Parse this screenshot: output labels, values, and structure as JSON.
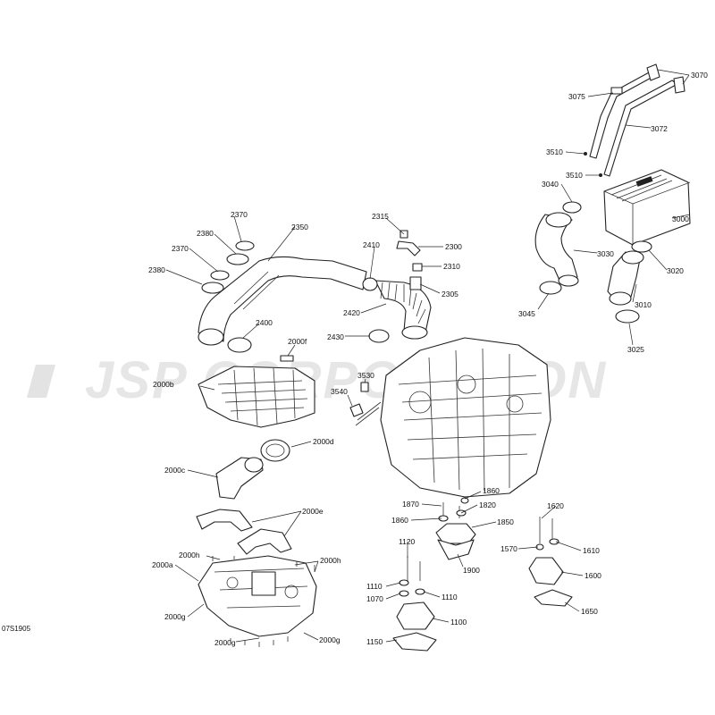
{
  "diagram": {
    "reference_code": "07S1905",
    "watermark": "JSP CORPORATION",
    "callouts": [
      {
        "id": "3070a",
        "label": "3070"
      },
      {
        "id": "3075",
        "label": "3075"
      },
      {
        "id": "3072",
        "label": "3072"
      },
      {
        "id": "3510a",
        "label": "3510"
      },
      {
        "id": "3510b",
        "label": "3510"
      },
      {
        "id": "3040",
        "label": "3040"
      },
      {
        "id": "3000",
        "label": "3000"
      },
      {
        "id": "3030",
        "label": "3030"
      },
      {
        "id": "3020",
        "label": "3020"
      },
      {
        "id": "3010",
        "label": "3010"
      },
      {
        "id": "3045",
        "label": "3045"
      },
      {
        "id": "3025",
        "label": "3025"
      },
      {
        "id": "2370a",
        "label": "2370"
      },
      {
        "id": "2380a",
        "label": "2380"
      },
      {
        "id": "2370b",
        "label": "2370"
      },
      {
        "id": "2380b",
        "label": "2380"
      },
      {
        "id": "2350",
        "label": "2350"
      },
      {
        "id": "2315",
        "label": "2315"
      },
      {
        "id": "2410",
        "label": "2410"
      },
      {
        "id": "2300",
        "label": "2300"
      },
      {
        "id": "2310",
        "label": "2310"
      },
      {
        "id": "2305",
        "label": "2305"
      },
      {
        "id": "2420",
        "label": "2420"
      },
      {
        "id": "2400",
        "label": "2400"
      },
      {
        "id": "2430",
        "label": "2430"
      },
      {
        "id": "2000f",
        "label": "2000f"
      },
      {
        "id": "2000b",
        "label": "2000b"
      },
      {
        "id": "3530",
        "label": "3530"
      },
      {
        "id": "3540",
        "label": "3540"
      },
      {
        "id": "2000d",
        "label": "2000d"
      },
      {
        "id": "2000c",
        "label": "2000c"
      },
      {
        "id": "2000e",
        "label": "2000e"
      },
      {
        "id": "2000h1",
        "label": "2000h"
      },
      {
        "id": "2000h2",
        "label": "2000h"
      },
      {
        "id": "2000a",
        "label": "2000a"
      },
      {
        "id": "2000g1",
        "label": "2000g"
      },
      {
        "id": "2000g2",
        "label": "2000g"
      },
      {
        "id": "2000g3",
        "label": "2000g"
      },
      {
        "id": "1870",
        "label": "1870"
      },
      {
        "id": "1860a",
        "label": "1860"
      },
      {
        "id": "1820",
        "label": "1820"
      },
      {
        "id": "1860b",
        "label": "1860"
      },
      {
        "id": "1850",
        "label": "1850"
      },
      {
        "id": "1900",
        "label": "1900"
      },
      {
        "id": "1620",
        "label": "1620"
      },
      {
        "id": "1570",
        "label": "1570"
      },
      {
        "id": "1610",
        "label": "1610"
      },
      {
        "id": "1600",
        "label": "1600"
      },
      {
        "id": "1650",
        "label": "1650"
      },
      {
        "id": "1120",
        "label": "1120"
      },
      {
        "id": "1110a",
        "label": "1110"
      },
      {
        "id": "1070",
        "label": "1070"
      },
      {
        "id": "1110b",
        "label": "1110"
      },
      {
        "id": "1100",
        "label": "1100"
      },
      {
        "id": "1150",
        "label": "1150"
      }
    ]
  }
}
